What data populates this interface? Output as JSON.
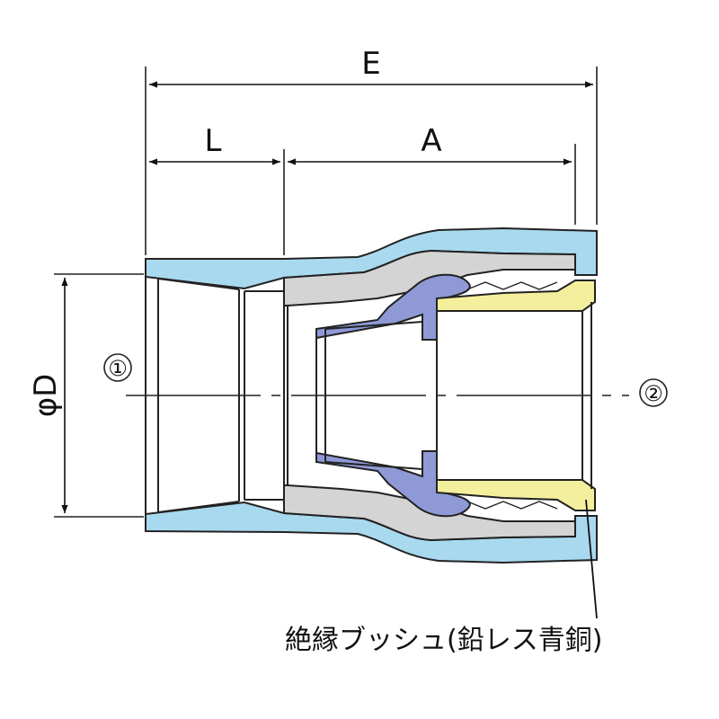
{
  "dimensions": {
    "overall_length": "E",
    "socket_depth": "L",
    "insert_length": "A",
    "diameter": "φD"
  },
  "ports": {
    "port_1": "①",
    "port_2": "②"
  },
  "callout": {
    "insulating_bush": "絶縁ブッシュ(鉛レス青銅)"
  },
  "colors": {
    "outer_body": "#a9d9ef",
    "inner_sleeve": "#d4d4d4",
    "seal_ring": "#8e99d6",
    "insulating_bush": "#f4ef9c",
    "outline": "#222222"
  }
}
